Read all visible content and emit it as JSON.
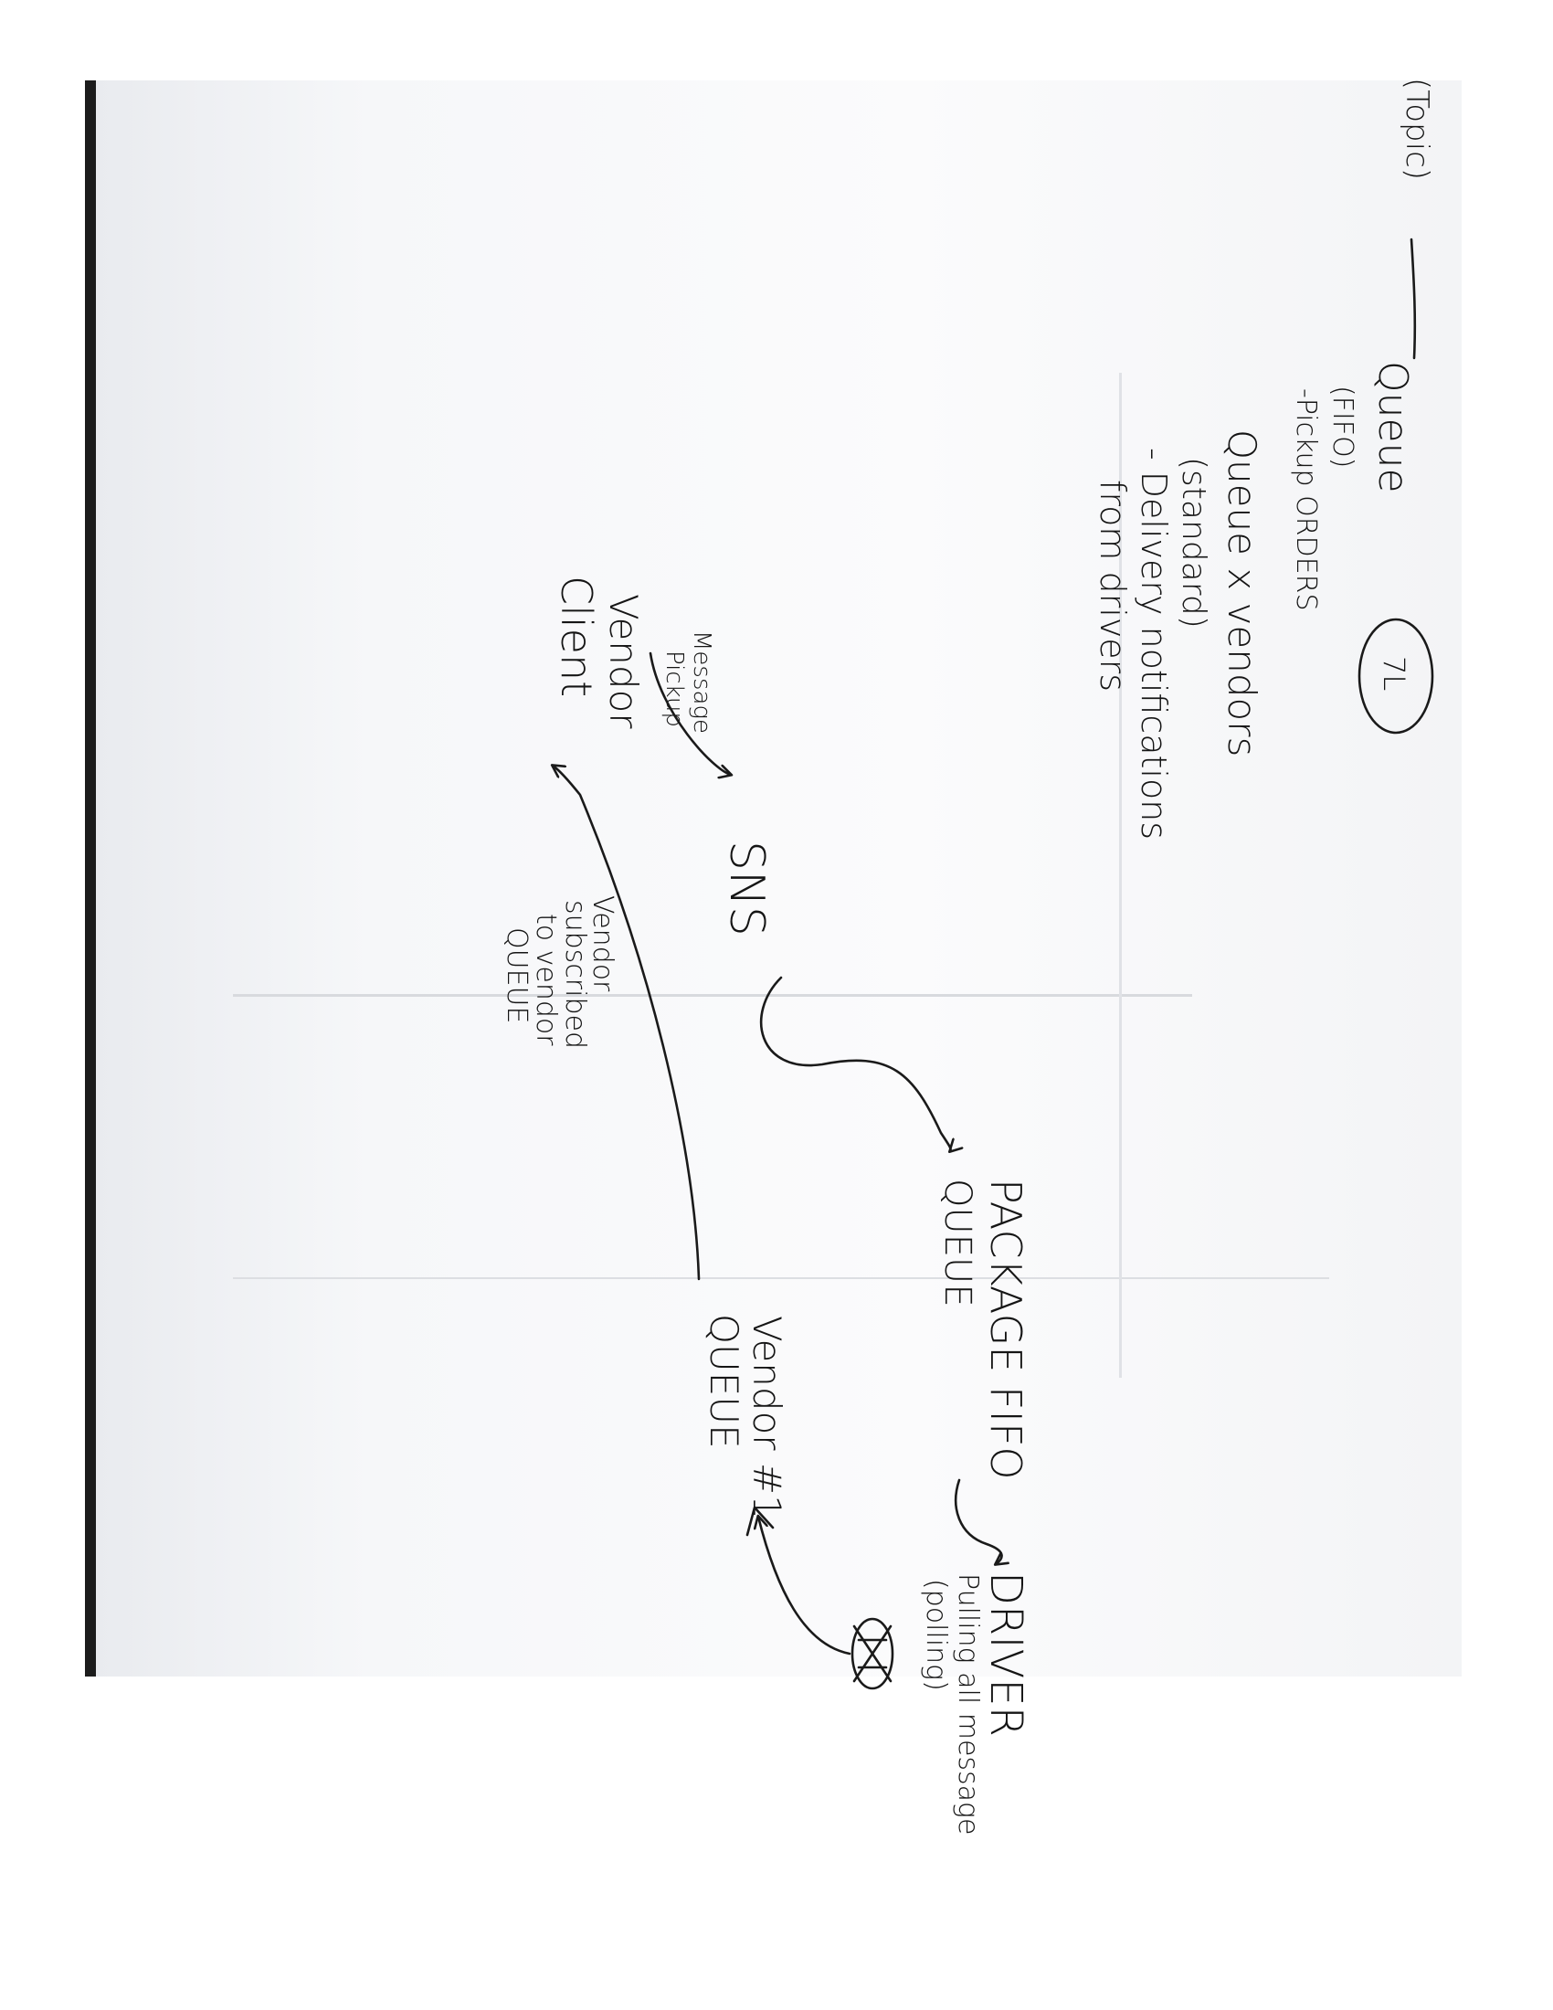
{
  "page": {
    "background": "#ffffff",
    "paper_tint": "#f7f8fa",
    "ink_color": "#151515"
  },
  "header": {
    "corner_text": "(Topic)",
    "queue_title": "Queue",
    "queue_fifo": "(FIFO)",
    "queue_fifo_note": "-Pickup ORDERS",
    "circled_number": "7L"
  },
  "notes": {
    "line1": "Queue x vendors",
    "line2": "(standard)",
    "line3": "- Delivery notifications",
    "line4": "from drivers"
  },
  "diagram": {
    "vendor_client_line1": "Vendor",
    "vendor_client_line2": "Client",
    "message_pickup_line1": "Message",
    "message_pickup_line2": "Pickup",
    "sns_label": "SNS",
    "package_queue_line1": "PACKAGE FIFO",
    "package_queue_line2": "QUEUE",
    "driver_label": "DRIVER",
    "driver_note_line1": "Pulling all message",
    "driver_note_line2": "(polling)",
    "vendor_queue_line1": "Vendor #1",
    "vendor_queue_line2": "QUEUE",
    "subscribed_line1": "Vendor",
    "subscribed_line2": "subscribed",
    "subscribed_line3": "to vendor",
    "subscribed_line4": "QUEUE"
  }
}
